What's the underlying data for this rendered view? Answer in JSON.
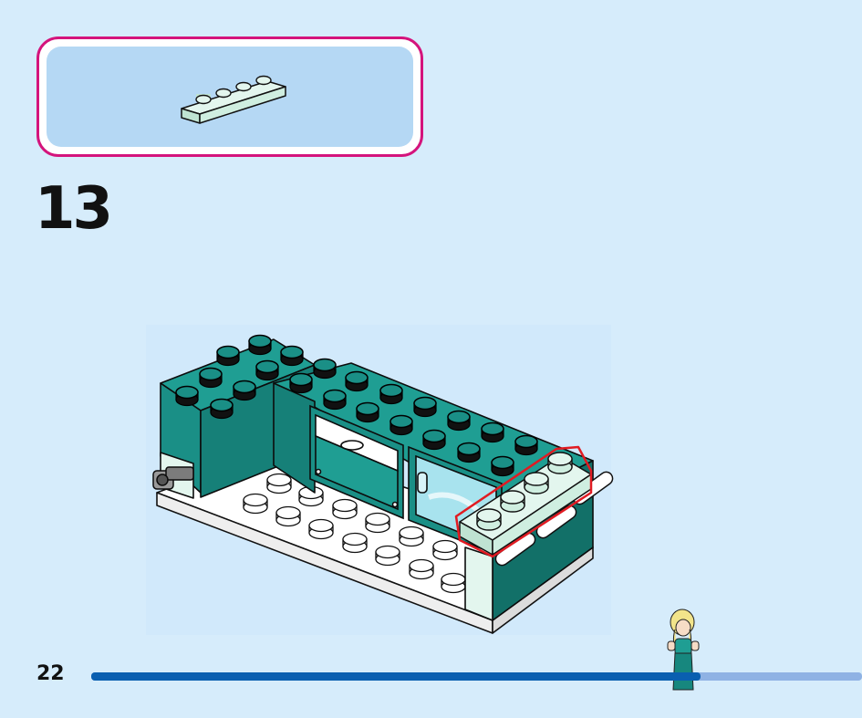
{
  "step": {
    "number": "13"
  },
  "page": {
    "number": "22"
  },
  "progress": {
    "fraction": 0.79
  },
  "colors": {
    "teal": "#1a8f86",
    "highlight": "#e11b22",
    "frame": "#d4147c",
    "progress": "#0a5fb0"
  },
  "parts": {
    "icon": "plate-1x4-light-aqua-icon"
  }
}
